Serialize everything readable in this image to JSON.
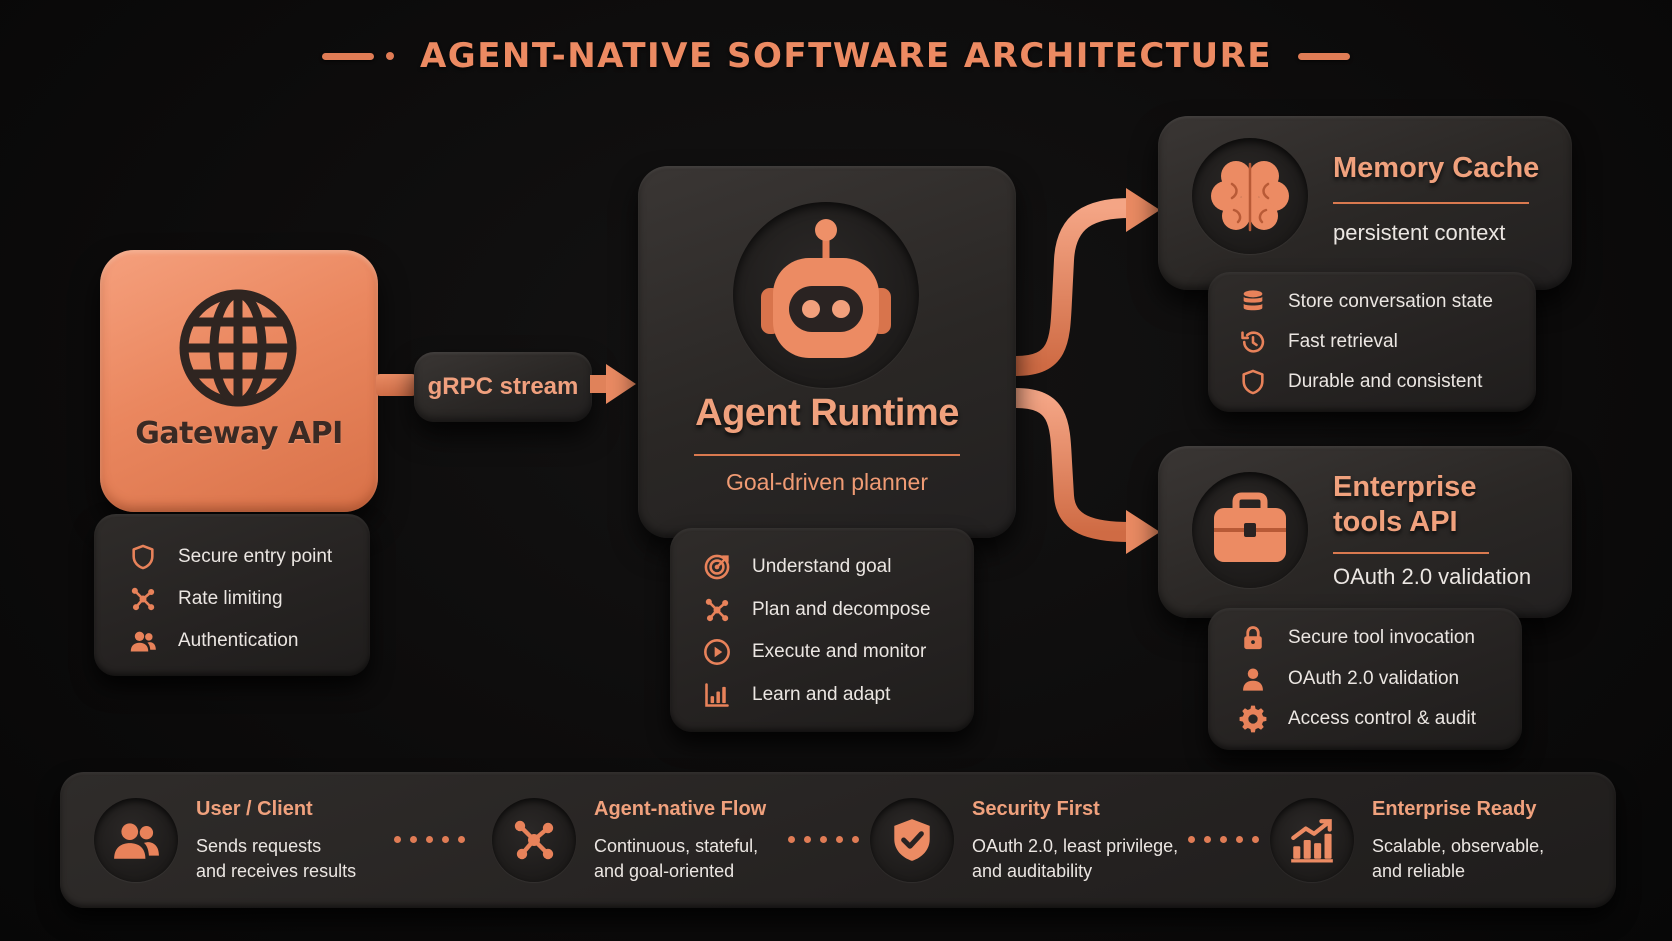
{
  "title": "AGENT-NATIVE SOFTWARE ARCHITECTURE",
  "colors": {
    "accent": "#ea875f",
    "background": "#0b0a0a",
    "card": "#2a2725",
    "text": "#ebe6e2"
  },
  "gateway": {
    "label": "Gateway API",
    "icon": "globe-icon",
    "features": [
      {
        "icon": "shield-icon",
        "label": "Secure entry point"
      },
      {
        "icon": "network-nodes-icon",
        "label": "Rate limiting"
      },
      {
        "icon": "users-icon",
        "label": "Authentication"
      }
    ]
  },
  "connector": {
    "label": "gRPC stream"
  },
  "runtime": {
    "title": "Agent Runtime",
    "subtitle": "Goal-driven planner",
    "icon": "robot-icon",
    "features": [
      {
        "icon": "target-icon",
        "label": "Understand goal"
      },
      {
        "icon": "network-nodes-icon",
        "label": "Plan and decompose"
      },
      {
        "icon": "play-circle-icon",
        "label": "Execute and monitor"
      },
      {
        "icon": "bar-chart-icon",
        "label": "Learn and adapt"
      }
    ]
  },
  "memory": {
    "title": "Memory Cache",
    "subtitle": "persistent context",
    "icon": "brain-icon",
    "features": [
      {
        "icon": "database-icon",
        "label": "Store conversation state"
      },
      {
        "icon": "history-icon",
        "label": "Fast retrieval"
      },
      {
        "icon": "shield-icon",
        "label": "Durable and consistent"
      }
    ]
  },
  "enterprise": {
    "title_line1": "Enterprise",
    "title_line2": "tools API",
    "subtitle": "OAuth 2.0 validation",
    "icon": "briefcase-icon",
    "features": [
      {
        "icon": "lock-icon",
        "label": "Secure tool invocation"
      },
      {
        "icon": "user-icon",
        "label": "OAuth 2.0 validation"
      },
      {
        "icon": "gear-icon",
        "label": "Access control & audit"
      }
    ]
  },
  "footer": [
    {
      "icon": "users-icon",
      "title": "User / Client",
      "line1": "Sends requests",
      "line2": "and receives results"
    },
    {
      "icon": "network-nodes-icon",
      "title": "Agent-native Flow",
      "line1": "Continuous, stateful,",
      "line2": "and goal-oriented"
    },
    {
      "icon": "shield-check-icon",
      "title": "Security First",
      "line1": "OAuth 2.0, least privilege,",
      "line2": "and auditability"
    },
    {
      "icon": "growth-chart-icon",
      "title": "Enterprise Ready",
      "line1": "Scalable, observable,",
      "line2": "and reliable"
    }
  ]
}
